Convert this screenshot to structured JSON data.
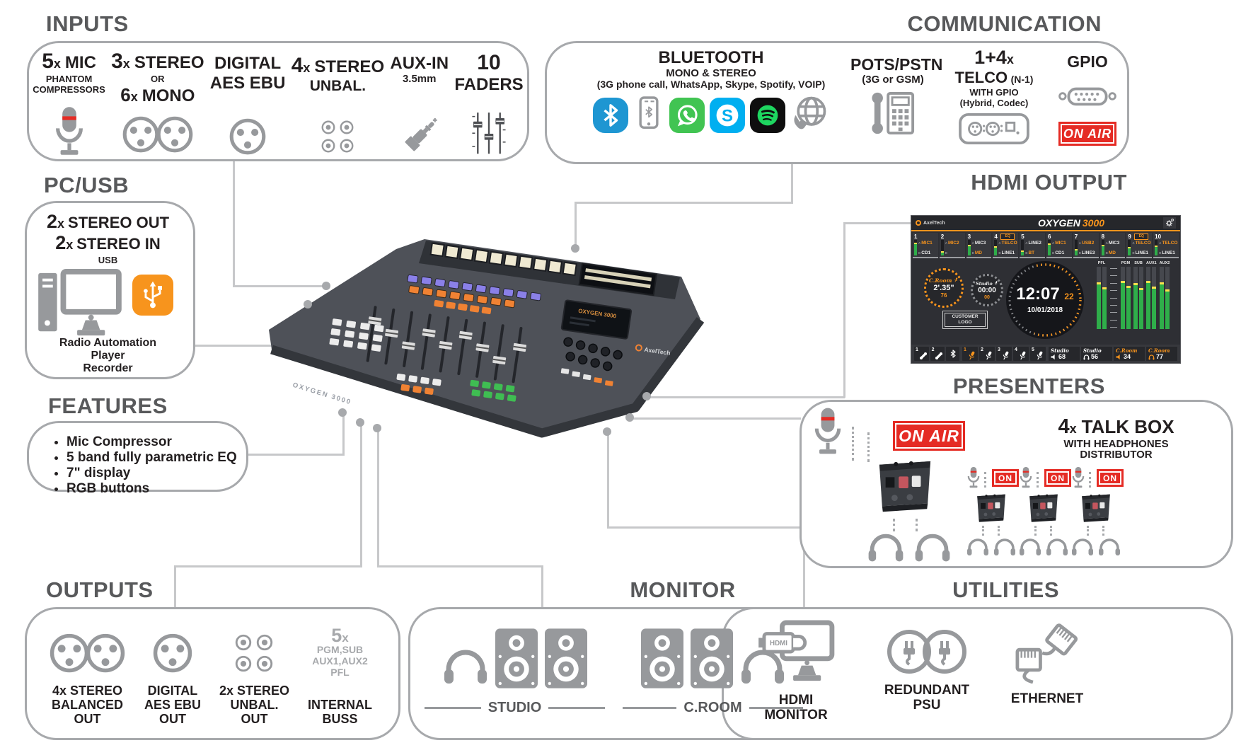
{
  "colors": {
    "title_gray": "#58595b",
    "border_gray": "#a7a9ac",
    "icon_gray": "#97999c",
    "red": "#e52b24",
    "orange": "#f7941d",
    "bt_blue": "#1e96d2",
    "whatsapp_green": "#41c452",
    "skype_blue": "#00aff0",
    "spotify_green": "#1ed760",
    "meter_green": "#2fae4a"
  },
  "inputs": {
    "title": "INPUTS",
    "mic": {
      "n": "5",
      "x": "x",
      "head": "MIC",
      "sub1": "PHANTOM",
      "sub2": "COMPRESSORS",
      "icon": "microphone"
    },
    "stereo": {
      "n": "3",
      "x": "x",
      "head": "STEREO",
      "or": "OR",
      "n2": "6",
      "x2": "x",
      "head2": "MONO",
      "icon": "xlr-pair"
    },
    "aes": {
      "head1": "DIGITAL",
      "head2": "AES EBU",
      "icon": "xlr"
    },
    "unbal": {
      "n": "4",
      "x": "x",
      "head": "STEREO",
      "sub": "UNBAL.",
      "icon": "rca-quad"
    },
    "aux": {
      "head": "AUX-IN",
      "sub": "3.5mm",
      "icon": "jack-3.5mm"
    },
    "faders": {
      "n": "10",
      "head": "FADERS",
      "icon": "faders"
    }
  },
  "communication": {
    "title": "COMMUNICATION",
    "bluetooth": {
      "head": "BLUETOOTH",
      "sub": "MONO & STEREO",
      "apps": "(3G phone call, WhatsApp, Skype, Spotify, VOIP)",
      "icons": [
        "bluetooth",
        "phone-bluetooth",
        "whatsapp",
        "skype",
        "spotify",
        "voip-globe"
      ],
      "skype_letter": "S"
    },
    "pots": {
      "head": "POTS/PSTN",
      "sub": "(3G or GSM)",
      "icon": "desk-telephone"
    },
    "telco": {
      "n": "1+4",
      "x": "x",
      "head": "TELCO",
      "n1": "(N-1)",
      "sub1": "WITH GPIO",
      "sub2": "(Hybrid, Codec)",
      "icon": "hybrid-codec"
    },
    "gpio": {
      "head": "GPIO",
      "onair": "ON AIR",
      "icon": "db9-connector"
    }
  },
  "pcusb": {
    "title": "PC/USB",
    "out_n": "2",
    "out_x": "x",
    "out_label": "STEREO OUT",
    "in_n": "2",
    "in_x": "x",
    "in_label": "STEREO IN",
    "usb": "USB",
    "caption1": "Radio Automation",
    "caption2": "Player",
    "caption3": "Recorder"
  },
  "features": {
    "title": "FEATURES",
    "items": [
      "Mic Compressor",
      "5 band fully parametric EQ",
      "7\" display",
      "RGB buttons"
    ]
  },
  "hdmi": {
    "title": "HDMI OUTPUT",
    "screen": {
      "brand": "AxelTech",
      "model_a": "OXYGEN",
      "model_b": "3000",
      "eq": "EQ",
      "ab": [
        "A",
        "B"
      ],
      "channels": [
        {
          "n": "1",
          "a": "MIC1",
          "b": "CD1",
          "ac": "o",
          "bc": "w",
          "eq": false,
          "level": 0.72
        },
        {
          "n": "2",
          "a": "MIC2",
          "b": "",
          "ac": "o",
          "bc": "w",
          "eq": false,
          "level": 0.18
        },
        {
          "n": "3",
          "a": "MIC3",
          "b": "MD",
          "ac": "w",
          "bc": "o",
          "eq": false,
          "level": 0.6
        },
        {
          "n": "4",
          "a": "TELCO",
          "b": "LINE1",
          "ac": "o",
          "bc": "w",
          "eq": true,
          "level": 0.5
        },
        {
          "n": "5",
          "a": "LINE2",
          "b": "BT",
          "ac": "w",
          "bc": "o",
          "eq": false,
          "level": 0.25
        },
        {
          "n": "6",
          "a": "MIC1",
          "b": "CD1",
          "ac": "o",
          "bc": "w",
          "eq": false,
          "level": 0.66
        },
        {
          "n": "7",
          "a": "USB2",
          "b": "LINE3",
          "ac": "o",
          "bc": "w",
          "eq": false,
          "level": 0.3
        },
        {
          "n": "8",
          "a": "MIC3",
          "b": "MD",
          "ac": "w",
          "bc": "o",
          "eq": false,
          "level": 0.6
        },
        {
          "n": "9",
          "a": "TELCO",
          "b": "LINE1",
          "ac": "o",
          "bc": "w",
          "eq": true,
          "level": 0.45
        },
        {
          "n": "10",
          "a": "TELCO",
          "b": "LINE1",
          "ac": "o",
          "bc": "w",
          "eq": false,
          "level": 0.55
        }
      ],
      "croom_timer": {
        "label": "C.Room",
        "value": "2'.35\"",
        "sub": "76"
      },
      "studio_timer": {
        "label": "Studio",
        "value": "00:00",
        "sub": "00"
      },
      "clock": {
        "time": "12:07",
        "seconds": "22",
        "date": "10/01/2018"
      },
      "logo_line1": "CUSTOMER",
      "logo_line2": "LOGO",
      "meters": [
        {
          "label": "PFL",
          "bars": [
            0.72,
            0.64
          ]
        },
        {
          "label": "PGM",
          "bars": [
            0.74,
            0.66
          ]
        },
        {
          "label": "SUB",
          "bars": [
            0.7,
            0.62
          ]
        },
        {
          "label": "AUX1",
          "bars": [
            0.74,
            0.65
          ]
        },
        {
          "label": "AUX2",
          "bars": [
            0.72,
            0.6
          ]
        }
      ],
      "bottom": {
        "phone1": "1",
        "phone2": "2",
        "mics": [
          "1",
          "2",
          "3",
          "4",
          "5"
        ],
        "active_mic": "1",
        "monitors": [
          {
            "label": "Studio",
            "icon": "speaker",
            "value": "68",
            "accent": false
          },
          {
            "label": "Studio",
            "icon": "headphones",
            "value": "56",
            "accent": false
          },
          {
            "label": "C.Room",
            "icon": "speaker",
            "value": "34",
            "accent": true
          },
          {
            "label": "C.Room",
            "icon": "headphones",
            "value": "77",
            "accent": true
          }
        ]
      }
    }
  },
  "presenters": {
    "title": "PRESENTERS",
    "onair": "ON AIR",
    "on": "ON",
    "talkbox_n": "4",
    "talkbox_x": "x",
    "talkbox_head": "TALK BOX",
    "sub1": "WITH HEADPHONES",
    "sub2": "DISTRIBUTOR"
  },
  "outputs": {
    "title": "OUTPUTS",
    "balanced": [
      "4x STEREO",
      "BALANCED",
      "OUT"
    ],
    "aes": [
      "DIGITAL",
      "AES EBU",
      "OUT"
    ],
    "unbal": [
      "2x STEREO",
      "UNBAL.",
      "OUT"
    ],
    "buss_n": "5",
    "buss_x": "x",
    "buss_lines": [
      "PGM,SUB",
      "AUX1,AUX2",
      "PFL"
    ],
    "buss_label1": "INTERNAL",
    "buss_label2": "BUSS"
  },
  "monitor": {
    "title": "MONITOR",
    "studio": "STUDIO",
    "croom": "C.ROOM"
  },
  "utilities": {
    "title": "UTILITIES",
    "hdmi1": "HDMI",
    "hdmi2": "MONITOR",
    "hdmi_plug": "HDMI",
    "psu1": "REDUNDANT",
    "psu2": "PSU",
    "eth": "ETHERNET"
  },
  "console": {
    "brand": "AxelTech",
    "model": "OXYGEN 3000"
  }
}
